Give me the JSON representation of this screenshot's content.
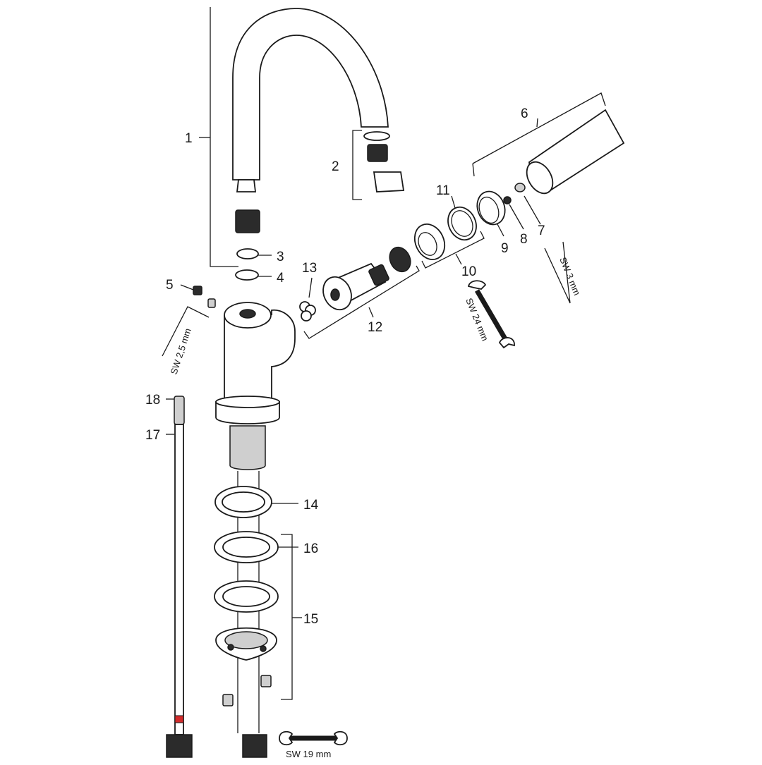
{
  "diagram": {
    "part_labels": {
      "p1": "1",
      "p2": "2",
      "p3": "3",
      "p4": "4",
      "p5": "5",
      "p6": "6",
      "p7": "7",
      "p8": "8",
      "p9": "9",
      "p10": "10",
      "p11": "11",
      "p12": "12",
      "p13": "13",
      "p14": "14",
      "p15": "15",
      "p16": "16",
      "p17": "17",
      "p18": "18"
    },
    "tool_labels": {
      "hex_key_small": "SW 2,5 mm",
      "hex_key_large": "SW 3 mm",
      "wrench_cartridge": "SW 24 mm",
      "wrench_hose": "SW 19 mm"
    },
    "colors": {
      "line": "#1a1a1a",
      "marker": "#d22b2b",
      "fill_dark": "#2b2b2b"
    }
  }
}
